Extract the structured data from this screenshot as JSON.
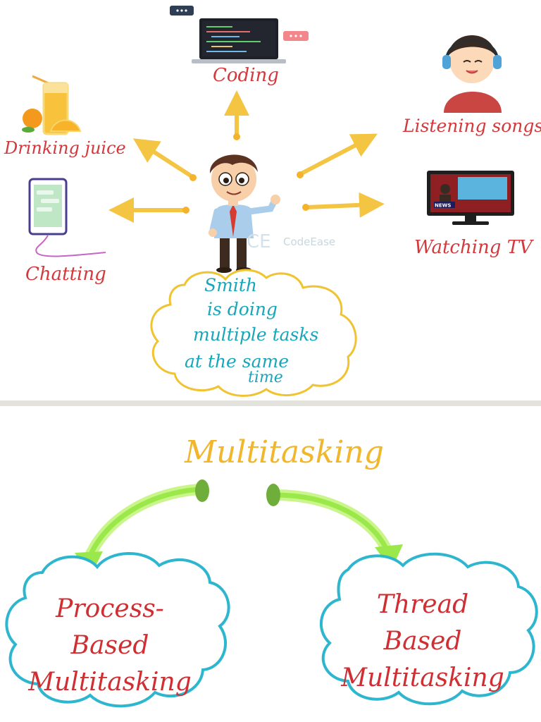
{
  "top_panel": {
    "tasks": {
      "coding": "Coding",
      "drinking": "Drinking juice",
      "chatting": "Chatting",
      "listening": "Listening songs",
      "watching": "Watching TV"
    },
    "cloud_lines": [
      "Smith",
      "is doing",
      "multiple tasks",
      "at the same",
      "time"
    ],
    "watermark": "CodeEase",
    "watermark_logo": "CE",
    "tv_badge": "NEWS"
  },
  "bottom_panel": {
    "title": "Multitasking",
    "left_cloud": [
      "Process-Based",
      "Multitasking"
    ],
    "right_cloud": [
      "Thread Based",
      "Multitasking"
    ]
  },
  "colors": {
    "label_red": "#d2383c",
    "cloud_teal": "#1aa5b8",
    "arrow_gold": "#f4c542",
    "cloud_outline_yellow": "#f0c330",
    "cloud_outline_cyan": "#2fb6cf",
    "arrow_green": "#9be84a",
    "title_gold": "#f0b62c"
  }
}
